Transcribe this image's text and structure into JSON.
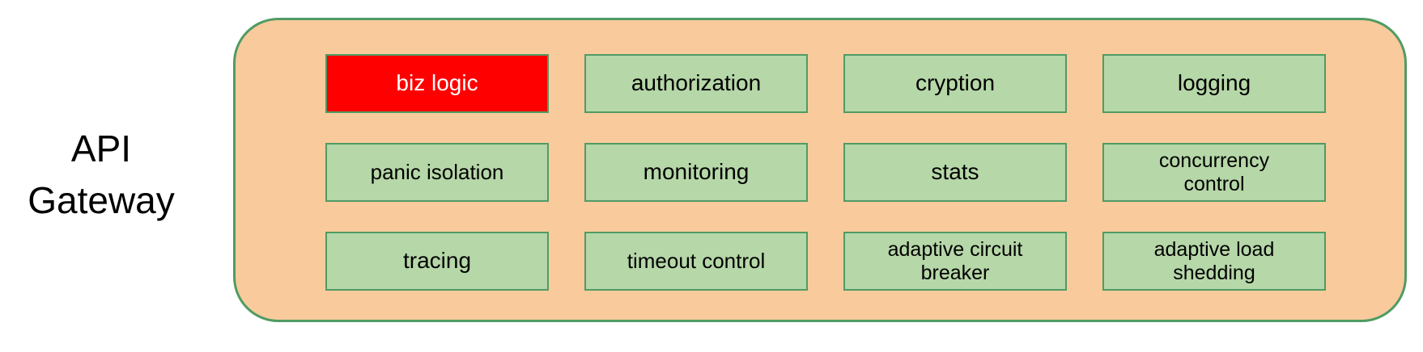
{
  "label": {
    "title": "API Gateway"
  },
  "gateway": {
    "boxes": [
      {
        "label": "biz logic",
        "state": "highlighted"
      },
      {
        "label": "authorization",
        "state": "normal"
      },
      {
        "label": "cryption",
        "state": "normal"
      },
      {
        "label": "logging",
        "state": "normal"
      },
      {
        "label": "panic isolation",
        "state": "normal"
      },
      {
        "label": "monitoring",
        "state": "normal"
      },
      {
        "label": "stats",
        "state": "normal"
      },
      {
        "label": "concurrency control",
        "state": "normal"
      },
      {
        "label": "tracing",
        "state": "normal"
      },
      {
        "label": "timeout control",
        "state": "normal"
      },
      {
        "label": "adaptive circuit breaker",
        "state": "normal"
      },
      {
        "label": "adaptive load shedding",
        "state": "normal"
      }
    ]
  },
  "colors": {
    "container_fill": "#f9cb9c",
    "container_border": "#509b64",
    "box_fill": "#b6d7a8",
    "box_border": "#509b64",
    "highlight_fill": "#ff0000",
    "highlight_text": "#ffffff",
    "text": "#000000",
    "canvas_bg": "#ffffff"
  }
}
